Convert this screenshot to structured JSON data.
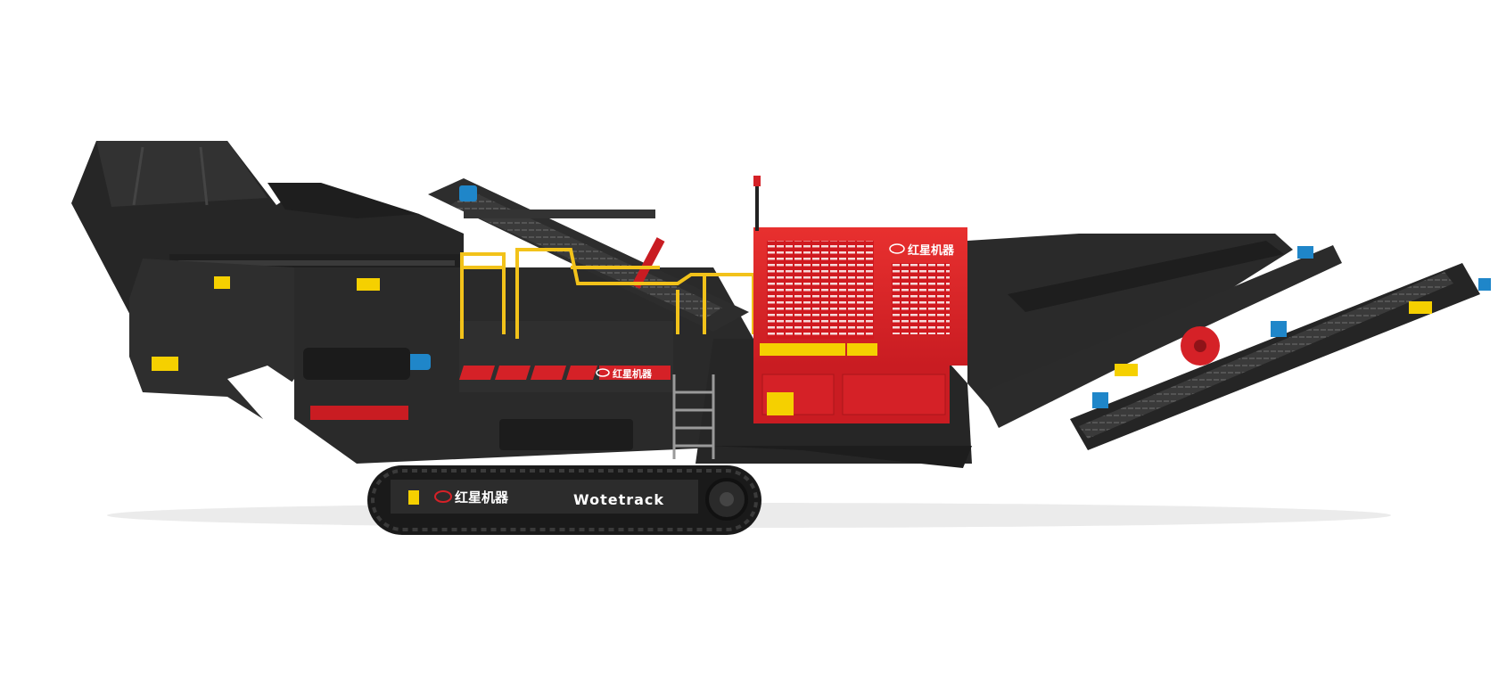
{
  "image": {
    "subject": "tracked mobile impact crusher with conveyors",
    "background_color": "#ffffff",
    "colors": {
      "body": "#2b2b2b",
      "body_dark": "#1c1c1c",
      "body_light": "#3d3d3d",
      "power_unit": "#e0242b",
      "power_unit_dark": "#b51a20",
      "railing": "#f2c21a",
      "hydraulic_blue": "#1f86c9",
      "warning_yellow": "#f5d000"
    },
    "labels": {
      "model_name": "Wotetrack",
      "brand_mark": "红星机器"
    }
  }
}
